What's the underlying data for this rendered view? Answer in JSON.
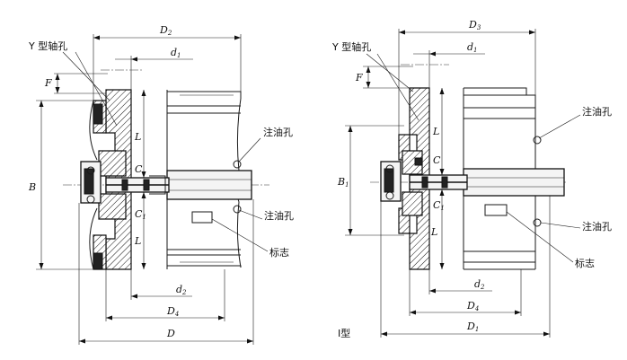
{
  "left_view": {
    "label_y_hole": "Y 型轴孔",
    "label_oil_hole_top": "注油孔",
    "label_oil_hole_bottom": "注油孔",
    "label_mark": "标志",
    "dim_D2": "D",
    "dim_D2_sub": "2",
    "dim_d1": "d",
    "dim_d1_sub": "1",
    "dim_F": "F",
    "dim_L_top": "L",
    "dim_L_bottom": "L",
    "dim_C": "C",
    "dim_C1": "C",
    "dim_C1_sub": "1",
    "dim_B": "B",
    "dim_d2": "d",
    "dim_d2_sub": "2",
    "dim_D4": "D",
    "dim_D4_sub": "4",
    "dim_D": "D",
    "type_label": "Ⅰ型"
  },
  "right_view": {
    "label_y_hole": "Y 型轴孔",
    "label_oil_hole_top": "注油孔",
    "label_oil_hole_bottom": "注油孔",
    "label_mark": "标志",
    "dim_D3": "D",
    "dim_D3_sub": "3",
    "dim_d1": "d",
    "dim_d1_sub": "1",
    "dim_F": "F",
    "dim_L_top": "L",
    "dim_L_bottom": "L",
    "dim_C": "C",
    "dim_C1": "C",
    "dim_C1_sub": "1",
    "dim_B1": "B",
    "dim_B1_sub": "1",
    "dim_d2": "d",
    "dim_d2_sub": "2",
    "dim_D4": "D",
    "dim_D4_sub": "4",
    "dim_D1": "D",
    "dim_D1_sub": "1"
  }
}
